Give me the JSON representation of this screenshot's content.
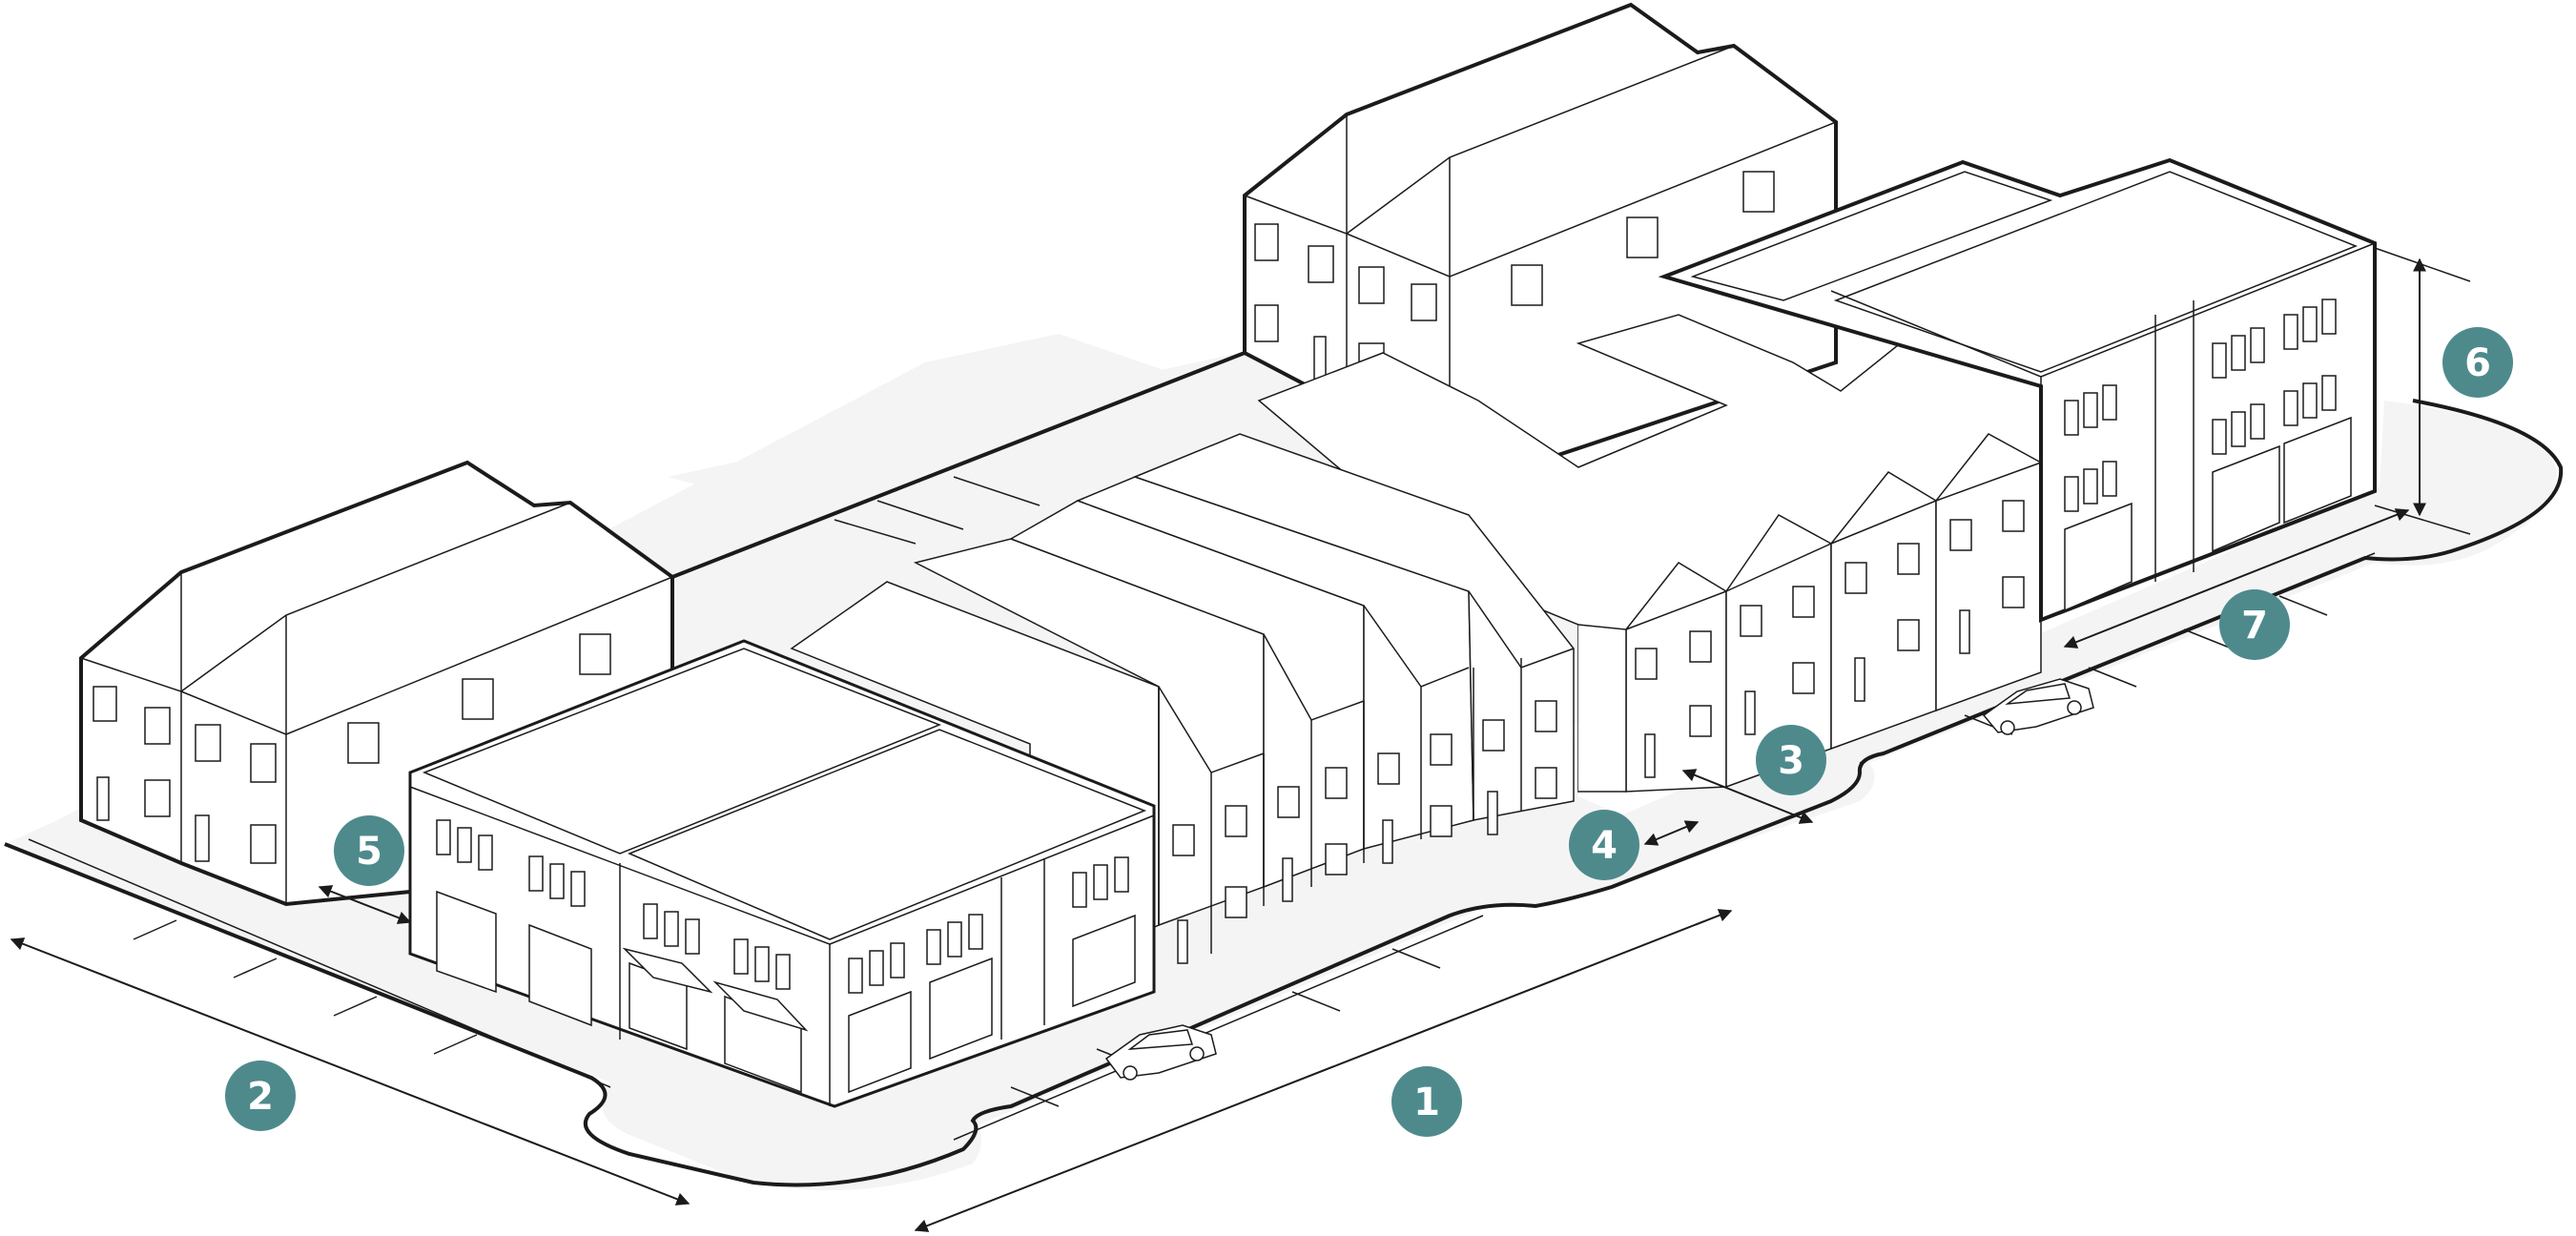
{
  "colors": {
    "callout": "#4e8a8c",
    "callout_text": "#ffffff",
    "line": "#1b1b1b",
    "sidewalk": "#f4f4f4",
    "ground": "#ffffff"
  },
  "callouts": [
    {
      "id": "1",
      "label": "1"
    },
    {
      "id": "2",
      "label": "2"
    },
    {
      "id": "3",
      "label": "3"
    },
    {
      "id": "4",
      "label": "4"
    },
    {
      "id": "5",
      "label": "5"
    },
    {
      "id": "6",
      "label": "6"
    },
    {
      "id": "7",
      "label": "7"
    }
  ],
  "vehicles": [
    {
      "type": "car",
      "icon": "car-icon"
    },
    {
      "type": "car",
      "icon": "car-icon"
    }
  ]
}
